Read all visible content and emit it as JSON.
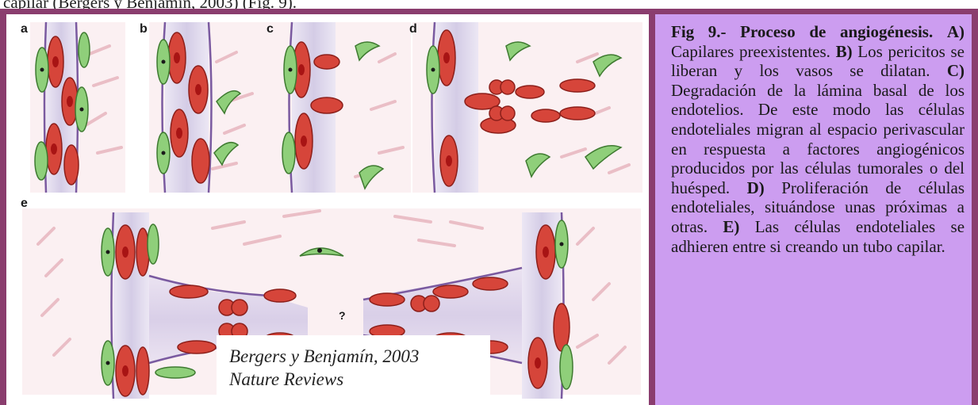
{
  "top_text": "capilar (Bergers y Benjamín, 2003) (Fig. 9).",
  "figure": {
    "panel_labels": [
      "a",
      "b",
      "c",
      "d",
      "e"
    ],
    "question_mark": "?",
    "citation_line1": "Bergers y Benjamín, 2003",
    "citation_line2": "Nature Reviews"
  },
  "caption": {
    "title": "Fig 9.- Proceso de angiogénesis.",
    "a_label": "A)",
    "a_text": "Capilares preexistentes.",
    "b_label": "B)",
    "b_text": "Los pericitos se liberan y los vasos se dilatan.",
    "c_label": "C)",
    "c_text": "Degradación de la lámina basal de los endotelios. De este modo las células endoteliales migran al espacio perivascular en respuesta a factores angiogénicos producidos por las células tumorales o del huésped.",
    "d_label": "D)",
    "d_text": "Proliferación de células endoteliales, situándose unas próximas a otras.",
    "e_label": "E)",
    "e_text": "Las células endoteliales se adhieren entre si creando un tubo capilar."
  },
  "colors": {
    "frame": "#8a3d6e",
    "caption_bg": "#cc9df0",
    "vessel": "#d9d0ea",
    "endothelial_cell": "#d6453a",
    "pericyte": "#8fcf7a",
    "nucleus": "#b01818"
  }
}
